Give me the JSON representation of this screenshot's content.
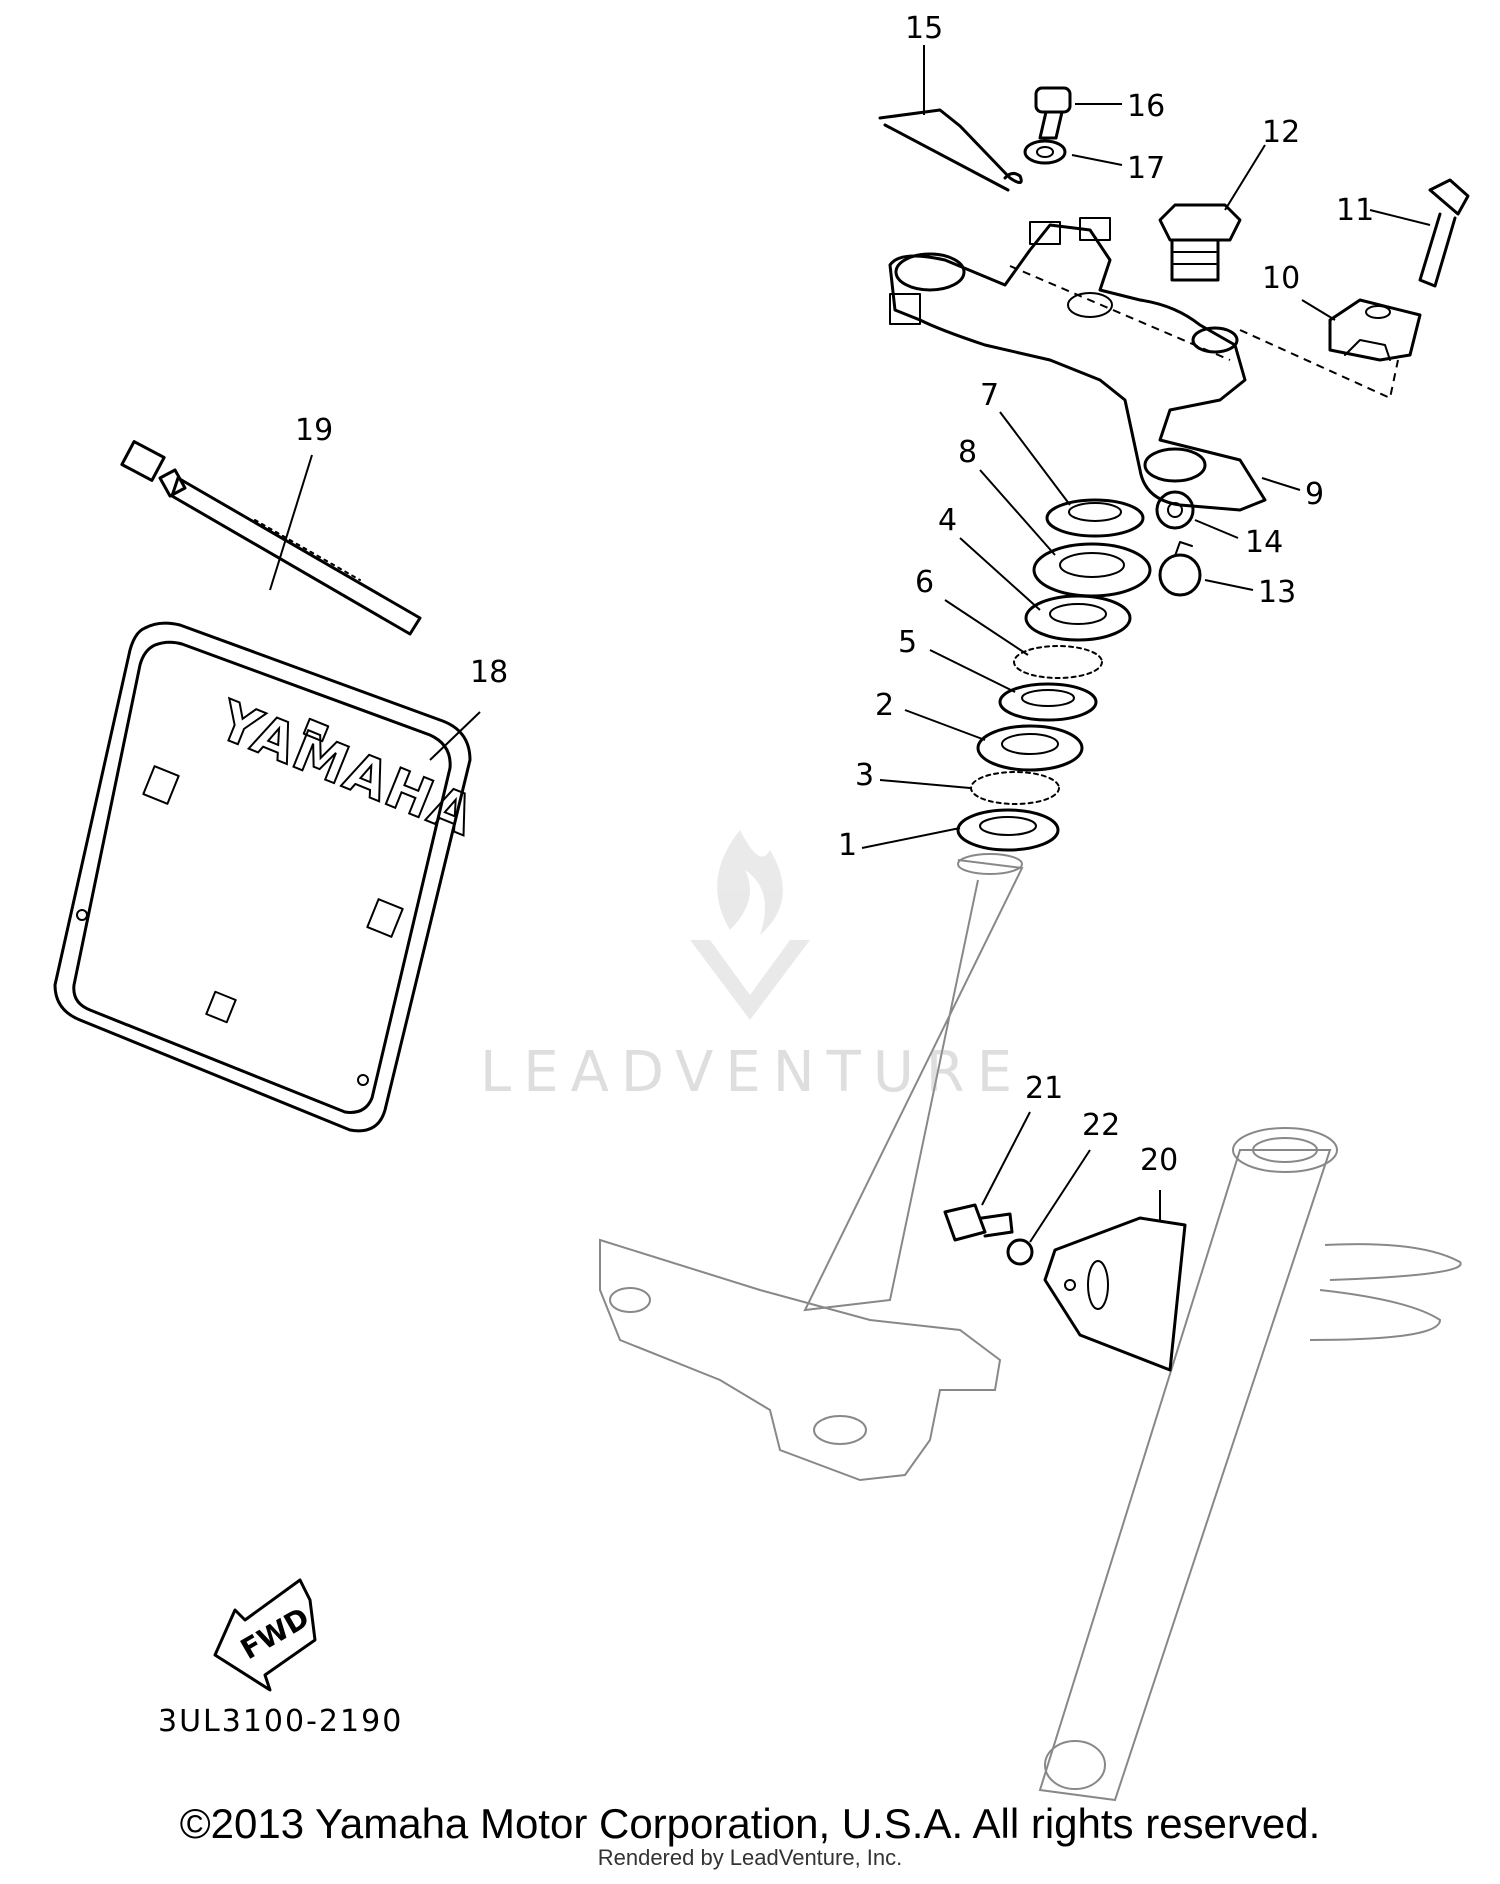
{
  "diagram": {
    "part_numbers": [
      "1",
      "2",
      "3",
      "4",
      "5",
      "6",
      "7",
      "8",
      "9",
      "10",
      "11",
      "12",
      "13",
      "14",
      "15",
      "16",
      "17",
      "18",
      "19",
      "20",
      "21",
      "22"
    ],
    "emblem_text": "YAMAHA",
    "fwd_label": "FWD",
    "diagram_code": "3UL3100-2190"
  },
  "footer": {
    "copyright": "©2013 Yamaha Motor Corporation, U.S.A. All rights reserved.",
    "rendered_by": "Rendered by LeadVenture, Inc."
  },
  "watermark": {
    "text": "LEADVENTURE"
  }
}
